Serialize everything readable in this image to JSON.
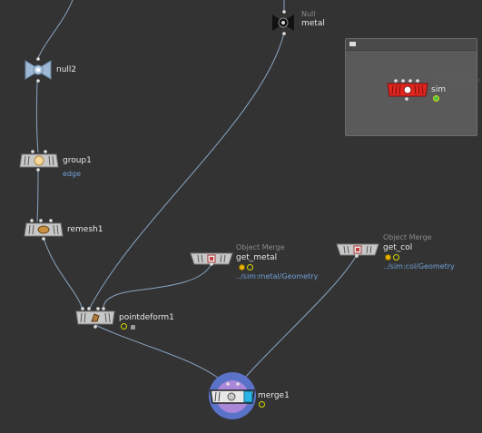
{
  "nodes": {
    "metal": {
      "type_label": "Null",
      "name": "metal"
    },
    "null2": {
      "name": "null2"
    },
    "group1": {
      "name": "group1",
      "sublabel": "edge"
    },
    "remesh1": {
      "name": "remesh1"
    },
    "get_metal": {
      "type_label": "Object Merge",
      "name": "get_metal",
      "path": "../sim:metal/Geometry"
    },
    "get_col": {
      "type_label": "Object Merge",
      "name": "get_col",
      "path": "../sim:col/Geometry"
    },
    "pointdeform1": {
      "name": "pointdeform1"
    },
    "merge1": {
      "name": "merge1"
    },
    "sim": {
      "name": "sim",
      "type_label": "DOP Network"
    }
  },
  "colors": {
    "background": "#333333",
    "wire": "#8aa6c4",
    "node_body": "#c8c8c8",
    "sim_node": "#e0261e",
    "merge_highlight": "#5a72c8",
    "merge_ring": "#b48adc",
    "display_flag": "#2ab4e8",
    "bypass_flag": "#e6b400",
    "label_blue": "#6fa0d8"
  },
  "icons": {
    "null_metal": "null-node-icon",
    "null2": "null-node-icon",
    "group1": "group-node-icon",
    "remesh1": "remesh-node-icon",
    "object_merge": "object-merge-icon",
    "pointdeform1": "point-deform-icon",
    "merge1": "merge-node-icon",
    "sim": "dop-network-icon"
  }
}
